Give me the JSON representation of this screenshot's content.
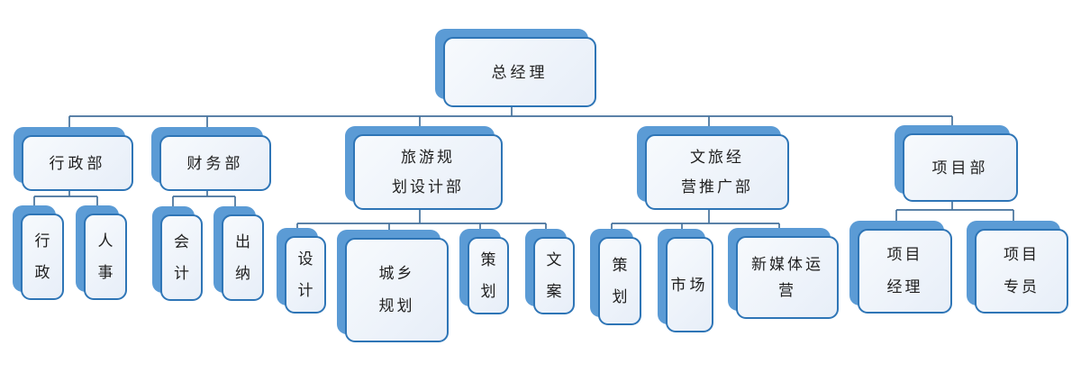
{
  "diagram": {
    "kind": "organization-chart",
    "root": "总经理",
    "departments": [
      {
        "label": "行政部",
        "children": [
          "行政",
          "人事"
        ]
      },
      {
        "label": "财务部",
        "children": [
          "会计",
          "出纳"
        ]
      },
      {
        "label": "旅游规划设计部",
        "children": [
          "设计",
          "城乡规划",
          "策划",
          "文案"
        ]
      },
      {
        "label": "文旅经营推广部",
        "children": [
          "策划",
          "市场",
          "新媒体运营"
        ]
      },
      {
        "label": "项目部",
        "children": [
          "项目经理",
          "项目专员"
        ]
      }
    ]
  },
  "labels": {
    "gm": "总经理",
    "admin": "行政部",
    "finance": "财务部",
    "tourism": "旅游规\n划设计部",
    "culture": "文旅经\n营推广部",
    "project": "项目部",
    "admin_xingzheng": "行\n政",
    "admin_renshi": "人\n事",
    "finance_kuaiji": "会\n计",
    "finance_chuna": "出\n纳",
    "tourism_sheji": "设\n计",
    "tourism_chengxiang": "城乡\n规划",
    "tourism_cehua": "策\n划",
    "tourism_wenan": "文\n案",
    "culture_cehua": "策\n划",
    "culture_shichang": "市场",
    "culture_xinmeiti": "新媒体运\n营",
    "project_jingli": "项目\n经理",
    "project_zhuanyuan": "项目\n专员"
  },
  "colors": {
    "shape_fill": "#5B9BD5",
    "box_border": "#2E75B6",
    "box_fill_top": "#F7FAFD",
    "box_fill_bottom": "#E7EEF8",
    "connector": "#44719C",
    "text": "#1F1F1F",
    "background": "#FFFFFF"
  }
}
